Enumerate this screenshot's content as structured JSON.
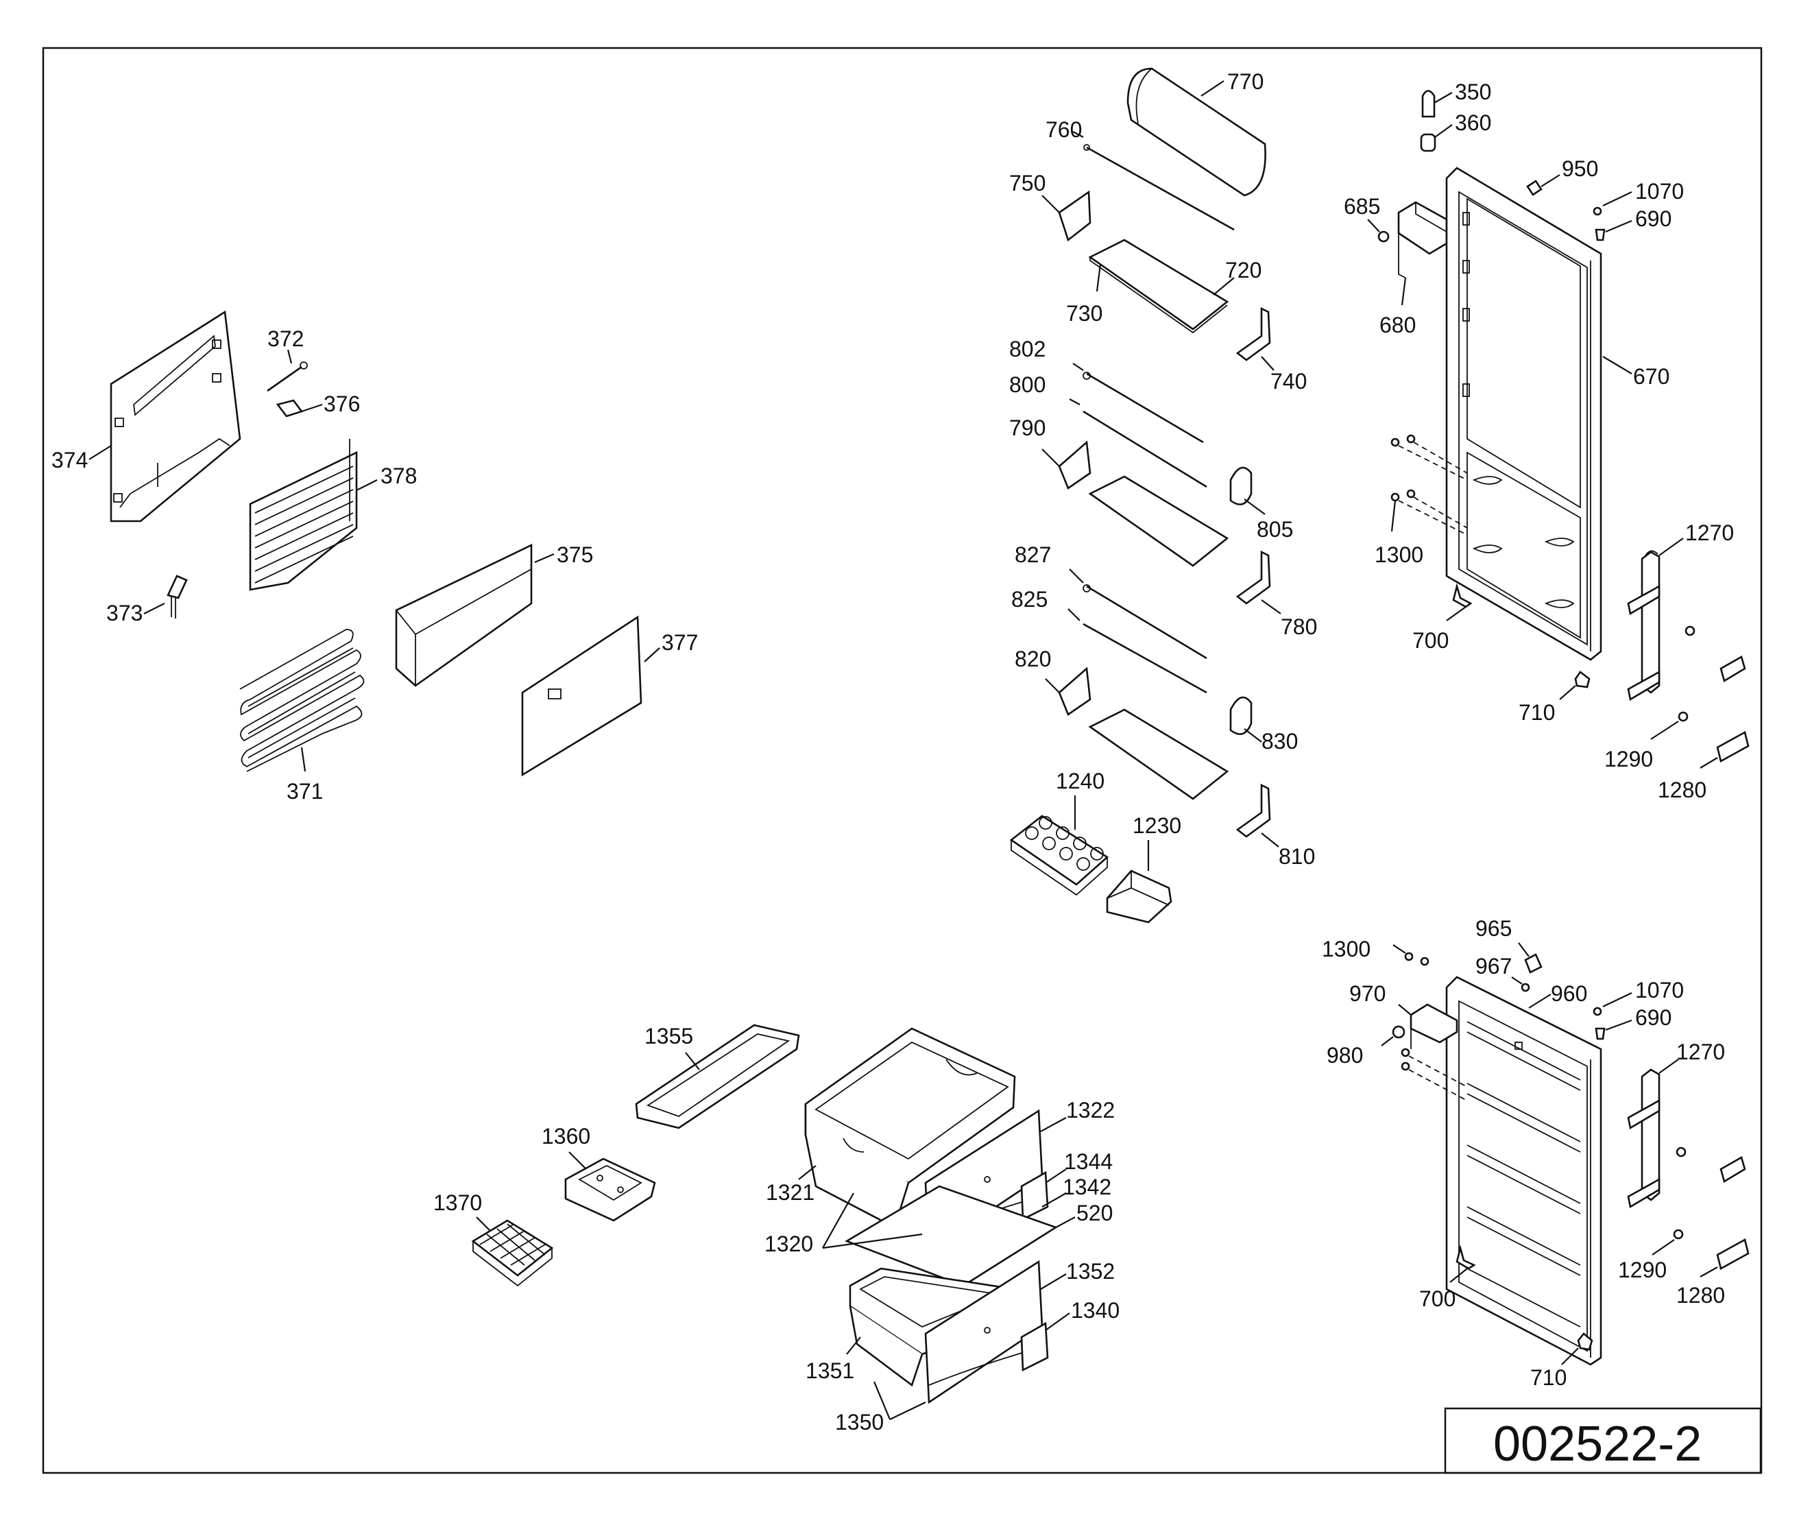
{
  "drawing_code": "002522-2",
  "labels": {
    "l350": "350",
    "l360": "360",
    "l950": "950",
    "l1070a": "1070",
    "l690a": "690",
    "l685": "685",
    "l680": "680",
    "l670": "670",
    "l1300a": "1300",
    "l1270a": "1270",
    "l700a": "700",
    "l710a": "710",
    "l1290a": "1290",
    "l1280a": "1280",
    "l770": "770",
    "l760": "760",
    "l750": "750",
    "l720": "720",
    "l730": "730",
    "l740": "740",
    "l802": "802",
    "l800": "800",
    "l790": "790",
    "l805": "805",
    "l780": "780",
    "l827": "827",
    "l825": "825",
    "l820": "820",
    "l830": "830",
    "l810": "810",
    "l1240": "1240",
    "l1230": "1230",
    "l372": "372",
    "l376": "376",
    "l374": "374",
    "l378": "378",
    "l373": "373",
    "l375": "375",
    "l377": "377",
    "l371": "371",
    "l965": "965",
    "l1300b": "1300",
    "l967": "967",
    "l960": "960",
    "l1070b": "1070",
    "l970": "970",
    "l690b": "690",
    "l980": "980",
    "l1270b": "1270",
    "l1290b": "1290",
    "l1280b": "1280",
    "l700b": "700",
    "l710b": "710",
    "l1355": "1355",
    "l1322": "1322",
    "l1360": "1360",
    "l1344": "1344",
    "l1342": "1342",
    "l1321": "1321",
    "l520": "520",
    "l1370": "1370",
    "l1320": "1320",
    "l1352": "1352",
    "l1340": "1340",
    "l1351": "1351",
    "l1350": "1350"
  }
}
